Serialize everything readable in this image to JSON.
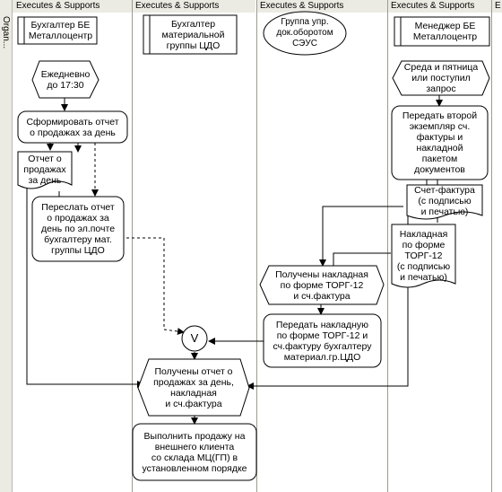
{
  "sidebar": {
    "label": "Organ..."
  },
  "lanes": [
    {
      "header": "Executes & Supports",
      "title": "Бухгалтер БЕ\nМеталлоцентр"
    },
    {
      "header": "Executes & Supports",
      "title": "Бухгалтер\nматериальной\nгруппы ЦДО"
    },
    {
      "header": "Executes & Supports",
      "title": "Группа упр.\nдок.оборотом\nСЭУС"
    },
    {
      "header": "Executes & Supports",
      "title": "Менеджер БЕ\nМеталлоцентр"
    },
    {
      "header": "E"
    }
  ],
  "nodes": {
    "event_daily": "Ежедневно\nдо 17:30",
    "func_form_report": "Сформировать отчет\nо продажах за день",
    "doc_report": "Отчет о\nпродажах\nза день",
    "func_forward_report": "Переслать отчет\nо продажах за\nдень по эл.почте\nбухгалтеру мат.\nгруппы ЦДО",
    "event_wed_fri": "Среда и пятница\nили поступил\nзапрос",
    "func_send_copy": "Передать второй\nэкземпляр сч.\nфактуры и\nнакладной\nпакетом\nдокументов",
    "doc_invoice": "Счет-фактура\n(с подписью\nи печатью)",
    "doc_waybill": "Накладная\nпо форме\nТОРГ-12\n(с подписью\nи печатью)",
    "event_received_torg": "Получены накладная\nпо форме ТОРГ-12\nи сч.фактура",
    "func_pass_waybill": "Передать накладную\nпо форме ТОРГ-12 и\nсч.фактуру бухгалтеру\nматериал.гр.ЦДО",
    "connector_and": "V",
    "event_received_all": "Получены отчет о\nпродажах за день,\nнакладная\nи сч.фактура",
    "func_register_sale": "Выполнить продажу на\nвнешнего клиента\nсо склада МЦ(ГП) в\nустановленном порядке"
  }
}
